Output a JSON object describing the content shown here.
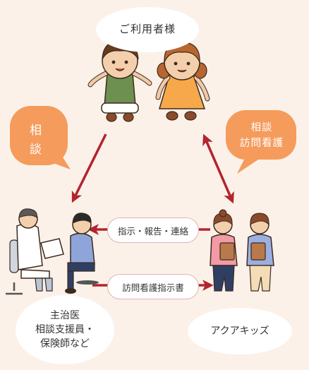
{
  "users": {
    "label": "ご利用者様"
  },
  "bubbles": {
    "left": [
      "相",
      "談"
    ],
    "right": [
      "相談",
      "訪問看護"
    ]
  },
  "flows": {
    "top": "指示・報告・連絡",
    "bottom": "訪問看護指示書"
  },
  "doctor_group": {
    "lines": [
      "主治医",
      "相談支援員・",
      "保険師など"
    ]
  },
  "provider": {
    "label": "アクアキッズ"
  },
  "colors": {
    "background": "#fbf1e8",
    "bubble": "#f59b5c",
    "arrow": "#b2242f",
    "pill_border": "#e2b4b0"
  }
}
